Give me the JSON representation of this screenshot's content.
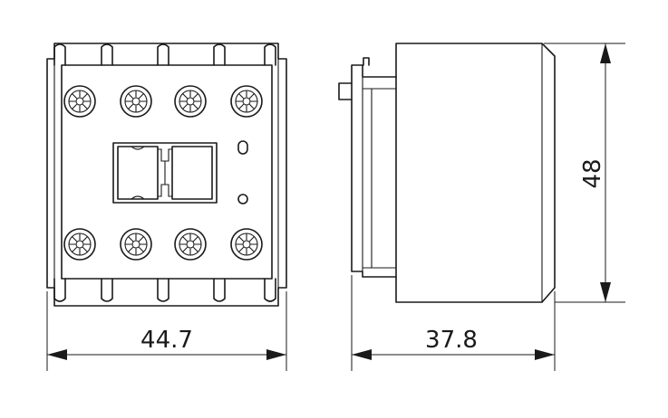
{
  "dimensions": {
    "front_width": "44.7",
    "side_depth": "37.8",
    "side_height": "48"
  },
  "front_view": {
    "terminal_rows": 2,
    "terminals_per_row": 4
  },
  "colors": {
    "line": "#1a1a1a",
    "background": "#ffffff"
  }
}
